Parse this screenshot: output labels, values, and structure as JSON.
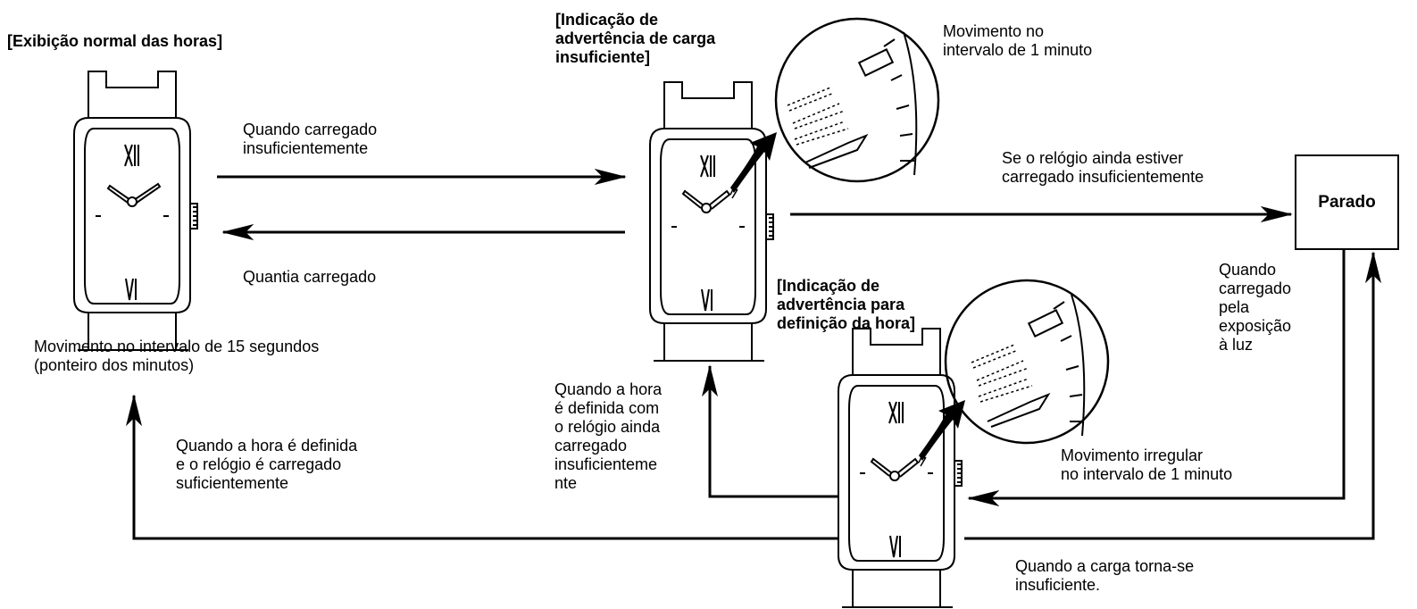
{
  "headings": {
    "normal": "[Exibição normal das horas]",
    "low_charge": "[Indicação de\nadvertência de carga\ninsuficiente]",
    "time_set": "[Indicação de\nadvertência para\ndefinição da hora]"
  },
  "labels": {
    "when_undercharged": "Quando carregado\ninsuficientemente",
    "amount_charged": "Quantia carregado",
    "move_15s": "Movimento no intervalo de 15 segundos\n(ponteiro dos minutos)",
    "move_1min": "Movimento no\n  intervalo de 1 minuto",
    "still_undercharged": "Se o relógio ainda estiver\ncarregado insuficientemente",
    "stopped": "Parado",
    "when_light_charged": "Quando\ncarregado\npela\nexposição\nà luz",
    "time_set_still_low": "Quando a hora\né definida com\no relógio ainda\ncarregado\ninsuficienteme\nnte",
    "time_set_charged": "Quando a hora é definida\ne o relógio é carregado\nsuficientemente",
    "irregular_move": "Movimento irregular\nno intervalo de 1 minuto",
    "charge_insufficient": "Quando a carga torna-se\ninsuficiente."
  },
  "watch_numerals": {
    "top": "XII",
    "bottom": "VI"
  }
}
